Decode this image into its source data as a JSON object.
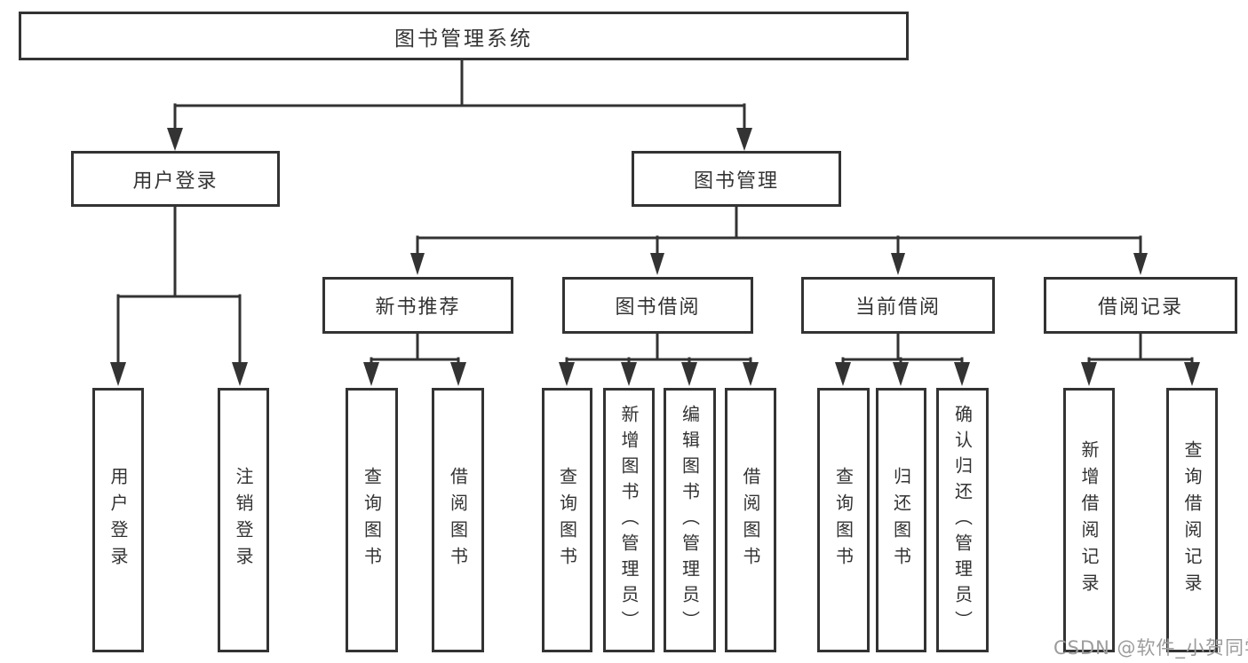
{
  "tree": {
    "root": {
      "label": "图书管理系统"
    },
    "login": {
      "label": "用户登录",
      "children": [
        {
          "label": "用户登录"
        },
        {
          "label": "注销登录"
        }
      ]
    },
    "management": {
      "label": "图书管理",
      "groups": [
        {
          "label": "新书推荐",
          "children": [
            {
              "label": "查询图书"
            },
            {
              "label": "借阅图书"
            }
          ]
        },
        {
          "label": "图书借阅",
          "children": [
            {
              "label": "查询图书"
            },
            {
              "label": "新增图书（管理员）"
            },
            {
              "label": "编辑图书（管理员）"
            },
            {
              "label": "借阅图书"
            }
          ]
        },
        {
          "label": "当前借阅",
          "children": [
            {
              "label": "查询图书"
            },
            {
              "label": "归还图书"
            },
            {
              "label": "确认归还（管理员）"
            }
          ]
        },
        {
          "label": "借阅记录",
          "children": [
            {
              "label": "新增借阅记录"
            },
            {
              "label": "查询借阅记录"
            }
          ]
        }
      ]
    }
  },
  "watermark": {
    "text": "CSDN @软件_小贺同学"
  },
  "colors": {
    "line": "#333333",
    "text": "#333333",
    "background": "#ffffff",
    "watermark": "#9c9c9c"
  }
}
